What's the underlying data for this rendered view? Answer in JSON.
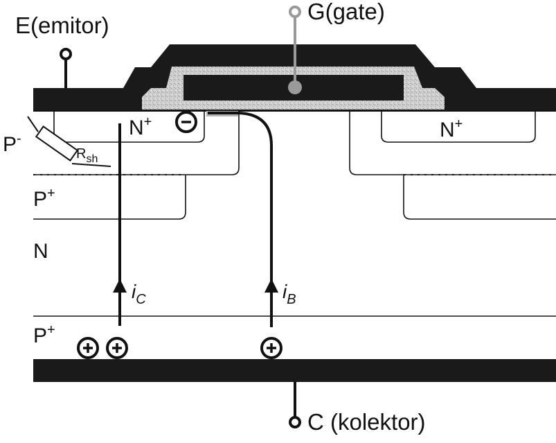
{
  "terminals": {
    "emitter": "E(emitor)",
    "gate": "G(gate)",
    "collector": "C (kolektor)"
  },
  "regions": {
    "n_plus_left": "N",
    "n_plus_right": "N",
    "plus_sup": "+",
    "p_minus": "P",
    "minus_sup": "-",
    "p_plus_upper": "P",
    "n_drift": "N",
    "p_plus_lower": "P"
  },
  "resistor": {
    "letter": "R",
    "subscript": "sh"
  },
  "currents": {
    "collector_letter": "i",
    "collector_sub": "C",
    "base_letter": "i",
    "base_sub": "B"
  },
  "colors": {
    "metal": "#1a1a1a",
    "oxide": "#cfcfcf",
    "gate_lead": "#9a9a9a",
    "line": "#111111"
  }
}
